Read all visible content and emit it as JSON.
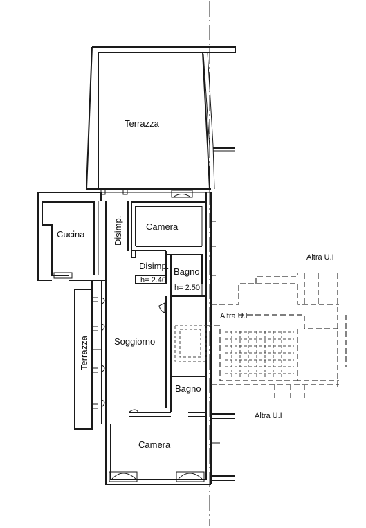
{
  "plan": {
    "rooms": {
      "terrazza_top": "Terrazza",
      "camera_top": "Camera",
      "cucina": "Cucina",
      "disimp_vertical": "Disimp.",
      "disimp_small": "Disimp.",
      "bagno_top": "Bagno",
      "terrazza_side": "Terrazza",
      "soggiorno": "Soggiorno",
      "bagno_bottom": "Bagno",
      "camera_bottom": "Camera"
    },
    "heights": {
      "h_disimp": "h= 2.40",
      "h_bagno": "h= 2.50"
    },
    "neighbors": {
      "altra_ui_right": "Altra U.I",
      "altra_ui_middle": "Altra U.I",
      "altra_ui_bottom": "Altra U.I"
    }
  }
}
